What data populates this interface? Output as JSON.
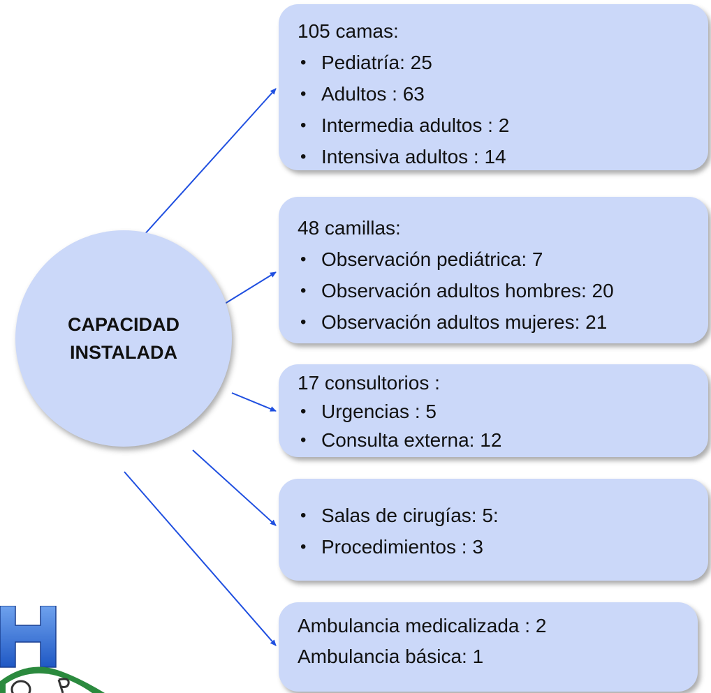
{
  "center": {
    "label_line1": "CAPACIDAD",
    "label_line2": "INSTALADA"
  },
  "boxes": [
    {
      "heading": "105 camas:",
      "items": [
        "Pediatría: 25",
        "Adultos : 63",
        "Intermedia adultos : 2",
        "Intensiva adultos : 14"
      ]
    },
    {
      "heading": "48 camillas:",
      "items": [
        "Observación pediátrica: 7",
        "Observación adultos hombres: 20",
        "Observación adultos mujeres: 21"
      ]
    },
    {
      "heading": "17 consultorios :",
      "items": [
        "Urgencias : 5",
        "Consulta externa:  12"
      ]
    },
    {
      "items": [
        "Salas de cirugías: 5:",
        "Procedimientos : 3"
      ]
    },
    {
      "lines": [
        "Ambulancia  medicalizada : 2",
        "Ambulancia básica:  1"
      ]
    }
  ],
  "colors": {
    "box_fill": "#cbd8f9",
    "arrow": "#1f4fe0",
    "logo_blue": "#2f6fd4",
    "logo_green": "#2b8a3e"
  }
}
